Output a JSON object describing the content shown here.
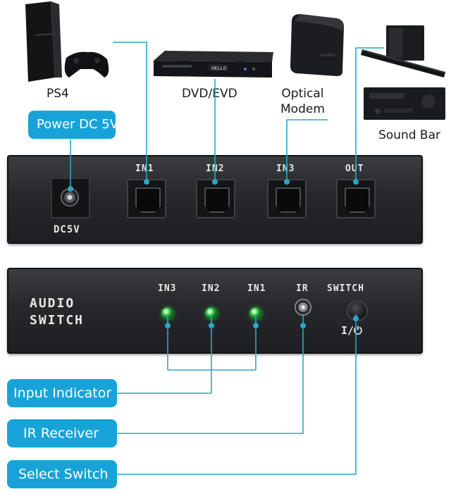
{
  "devices": {
    "ps4": "PS4",
    "dvd": "DVD/EVD",
    "modem": "Optical\nModem",
    "soundbar": "Sound Bar"
  },
  "rear_panel": {
    "power_callout": "Power DC 5V",
    "dc_label": "DC5V",
    "ports": [
      "IN1",
      "IN2",
      "IN3",
      "OUT"
    ]
  },
  "front_panel": {
    "title_line1": "AUDIO",
    "title_line2": "SWITCH",
    "led_labels": [
      "IN3",
      "IN2",
      "IN1"
    ],
    "ir_label": "IR",
    "switch_label": "SWITCH",
    "power_symbol": "I/⏻"
  },
  "callouts": {
    "input_indicator": "Input Indicator",
    "ir_receiver": "IR Receiver",
    "select_switch": "Select Switch"
  },
  "colors": {
    "accent": "#18a3d8",
    "line": "#2aa6c9",
    "led_green": "#33c24a"
  }
}
